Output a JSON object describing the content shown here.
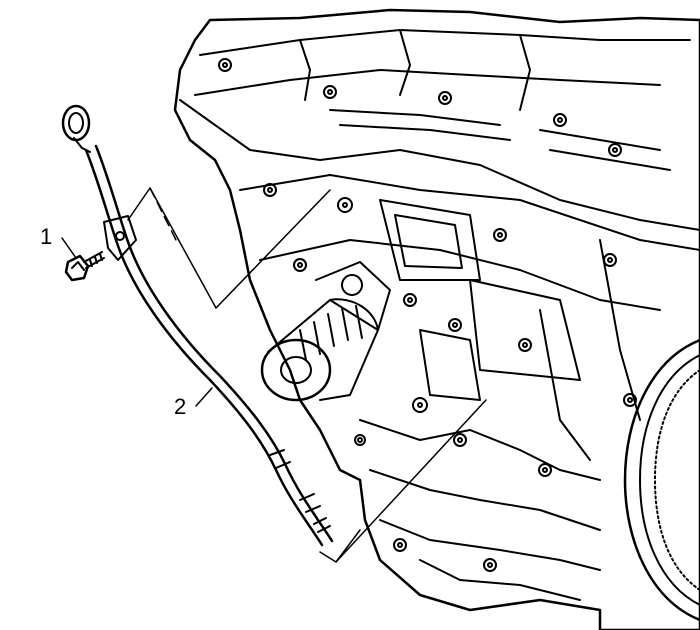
{
  "figure": {
    "callouts": [
      {
        "label": "1",
        "part": "bolt"
      },
      {
        "label": "2",
        "part": "dipstick-tube"
      }
    ]
  },
  "colors": {
    "line": "#000000",
    "background": "#ffffff"
  }
}
